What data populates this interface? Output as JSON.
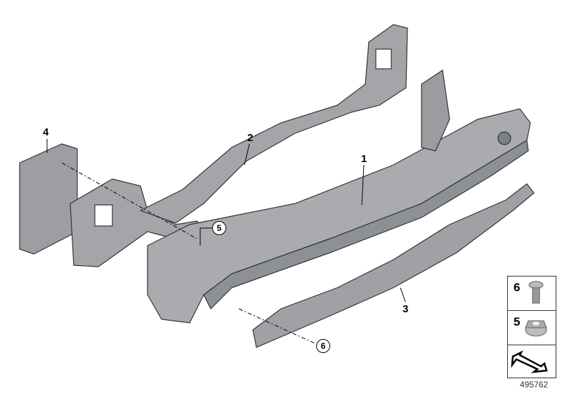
{
  "callouts": {
    "p1": "1",
    "p2": "2",
    "p3": "3",
    "p4": "4",
    "p5": "5",
    "p6": "6"
  },
  "legend": {
    "items": [
      {
        "number": "6",
        "icon": "push-rivet-icon"
      },
      {
        "number": "5",
        "icon": "flange-nut-icon"
      },
      {
        "number": "",
        "icon": "direction-arrow-icon"
      }
    ]
  },
  "diagram_id": "495762",
  "colors": {
    "part": "#a9abae",
    "part_dark": "#7d8085",
    "outline": "#333333"
  }
}
